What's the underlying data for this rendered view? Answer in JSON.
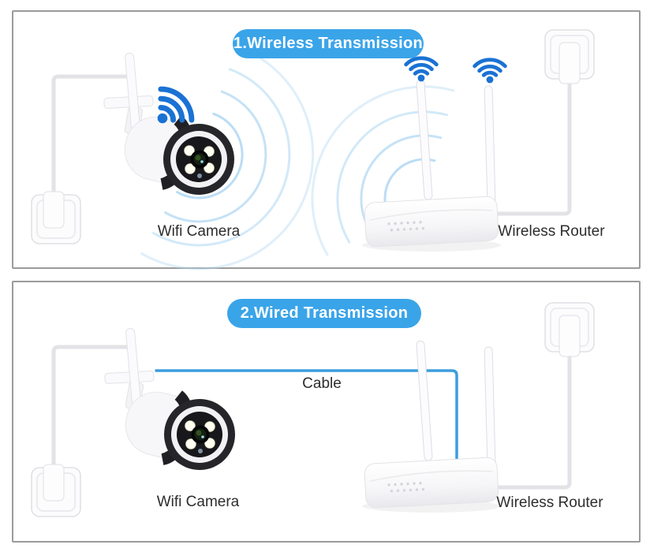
{
  "page": {
    "background": "#ffffff"
  },
  "colors": {
    "accent": "#3AA4E9",
    "wifi": "#1A72D4",
    "cable": "#3D9EDE",
    "wave": "#B7DBF4",
    "wire": "#E3E3E7",
    "text": "#2D2D2D"
  },
  "panels": [
    {
      "id": "wireless-transmission",
      "title": "1.Wireless Transmission",
      "camera_label": "Wifi Camera",
      "router_label": "Wireless Router"
    },
    {
      "id": "wired-transmission",
      "title": "2.Wired Transmission",
      "camera_label": "Wifi Camera",
      "router_label": "Wireless Router",
      "cable_label": "Cable"
    }
  ],
  "icons": {
    "wifi_signal": "wifi-signal-icon",
    "camera": "wifi-camera-illustration",
    "router": "wireless-router-illustration",
    "outlet": "power-outlet-illustration"
  }
}
